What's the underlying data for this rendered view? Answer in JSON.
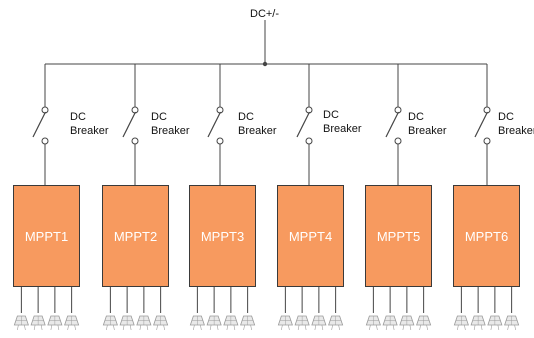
{
  "diagram": {
    "bus_label": "DC+/-",
    "breaker_label_line1": "DC",
    "breaker_label_line2": "Breaker",
    "units": [
      {
        "label": "MPPT1"
      },
      {
        "label": "MPPT2"
      },
      {
        "label": "MPPT3"
      },
      {
        "label": "MPPT4"
      },
      {
        "label": "MPPT5"
      },
      {
        "label": "MPPT6"
      }
    ],
    "panels_per_unit": 4,
    "colors": {
      "box_fill": "#f79a5f",
      "box_border": "#3a3a3a",
      "line": "#444444",
      "text": "#111111",
      "box_text": "#ffffff",
      "panel": "#9a9a9a"
    }
  }
}
